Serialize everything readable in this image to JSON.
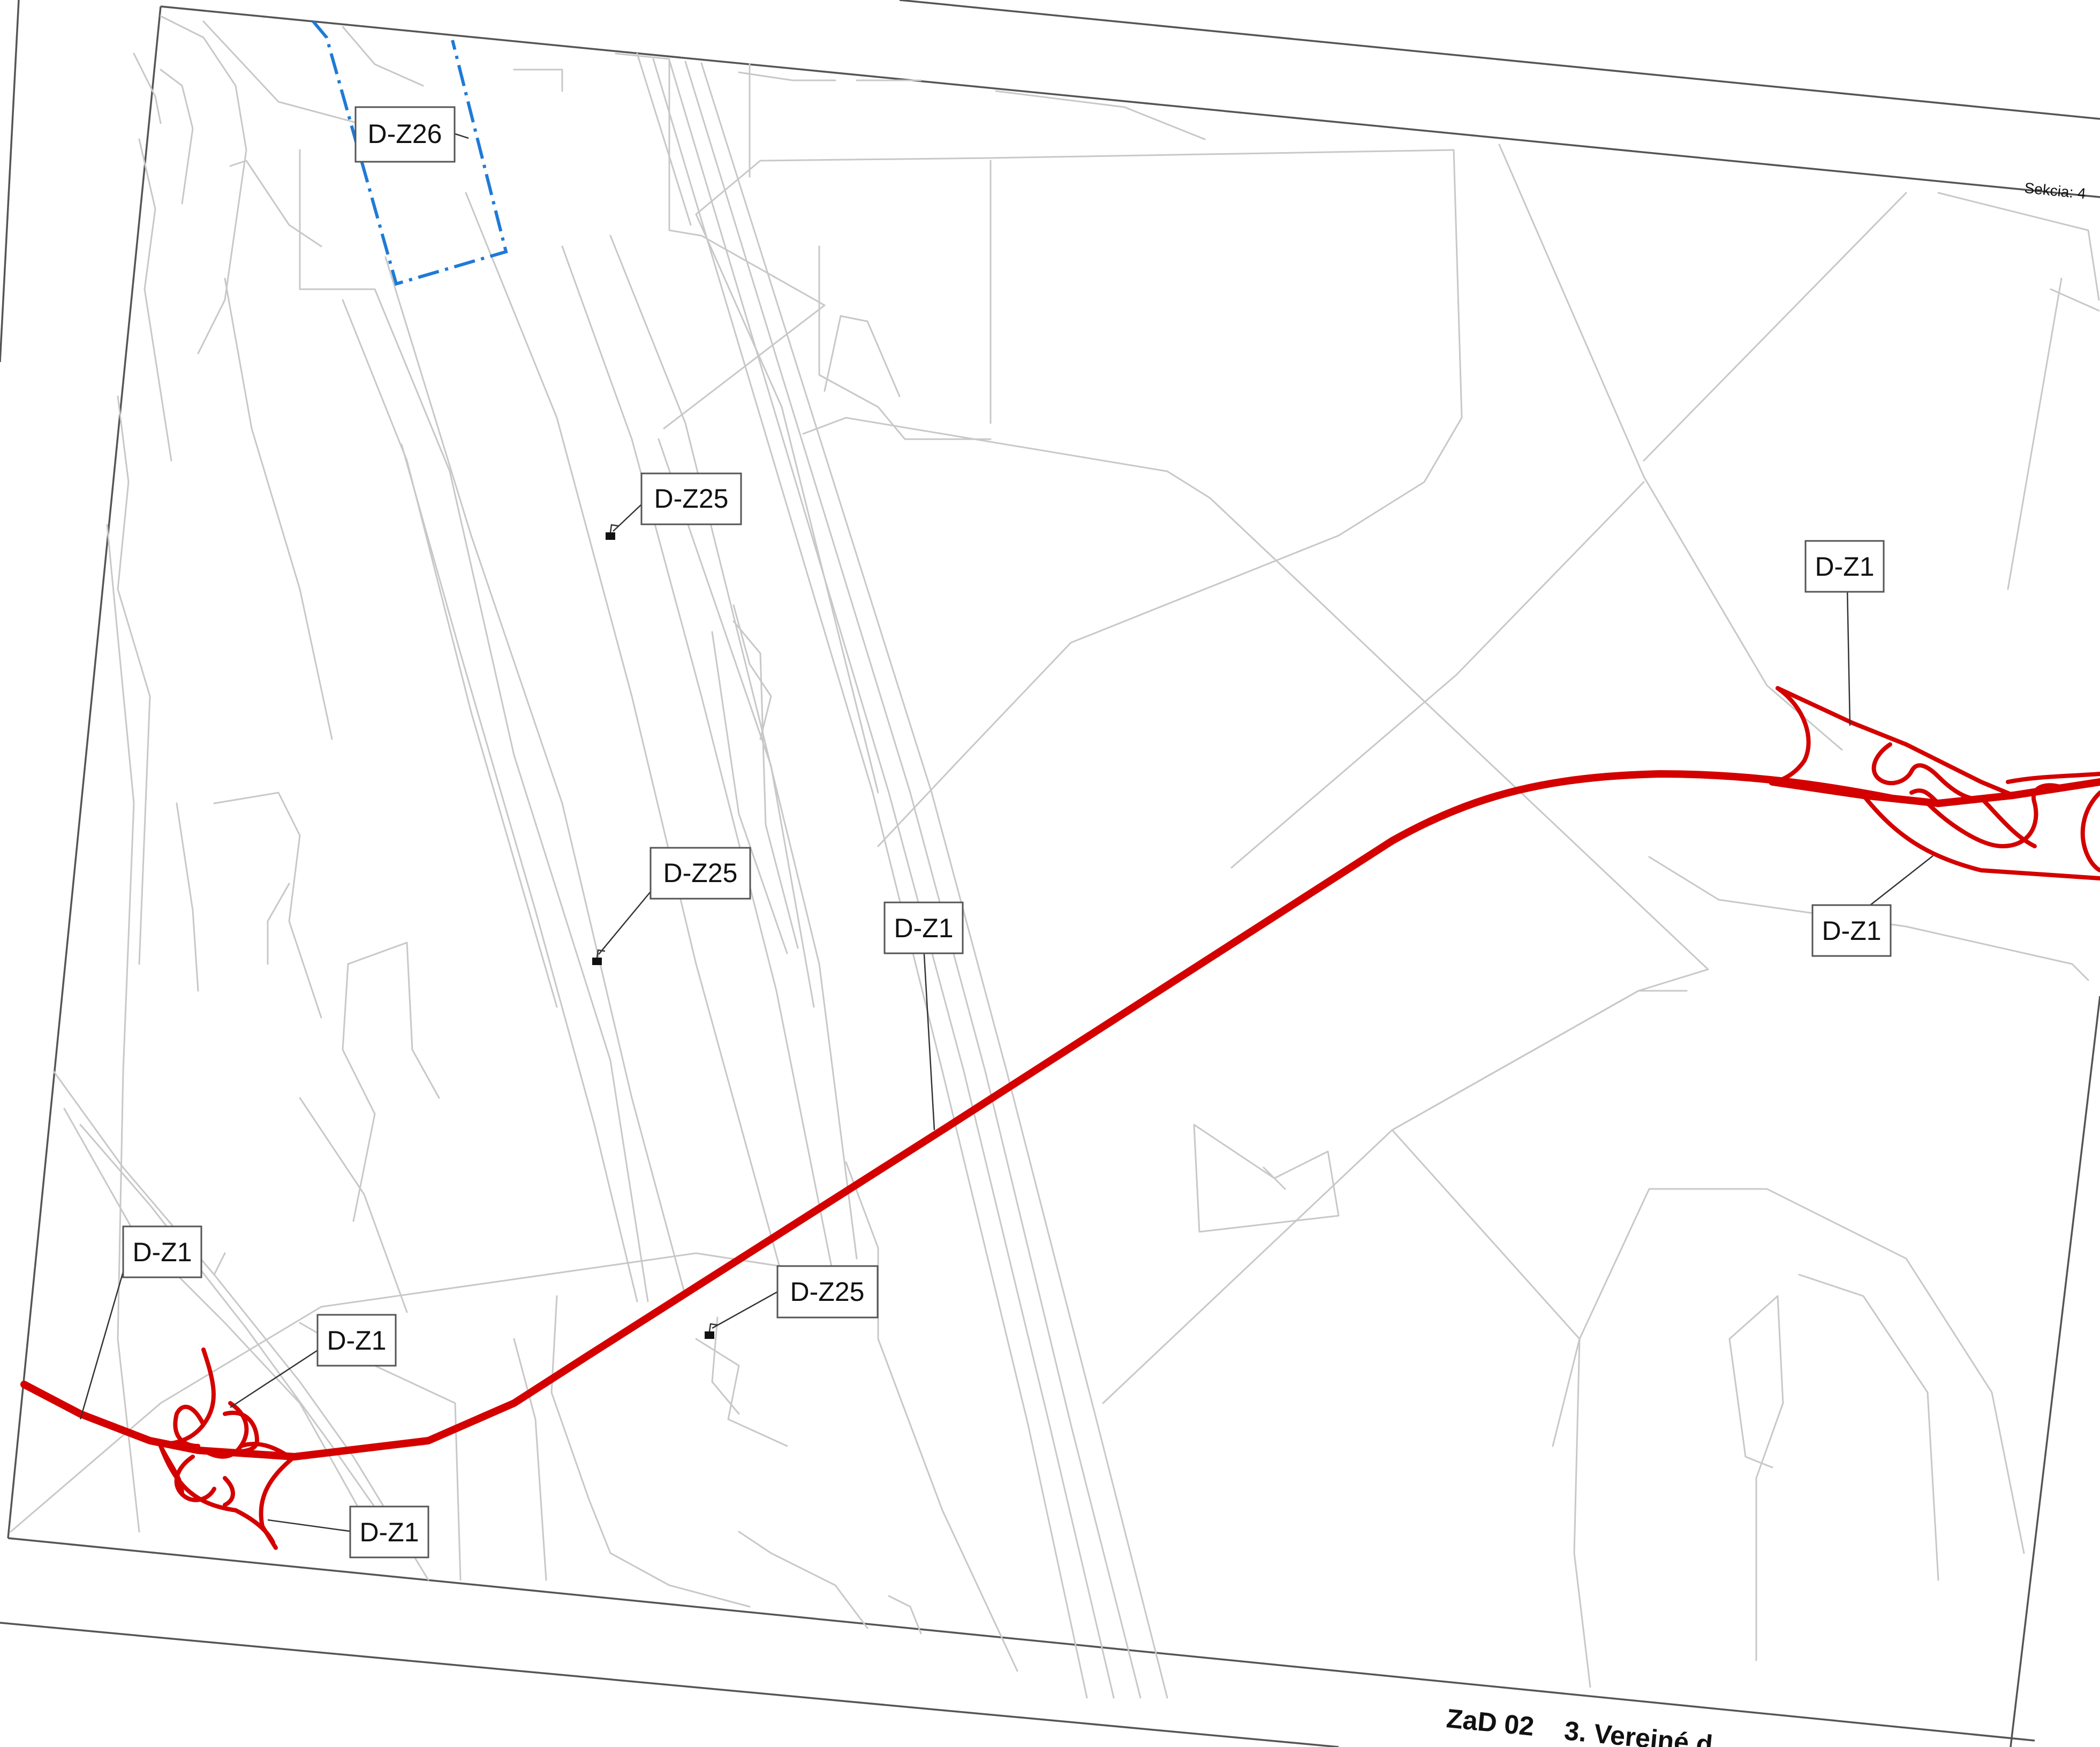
{
  "colors": {
    "road": "#d40000",
    "boundary": "#1f7ad6",
    "background": "#ffffff",
    "lines": "#c8c8c8"
  },
  "sheet": {
    "section_label": "Sekcia: 4",
    "title_code": "ZaD 02",
    "title_text": "3. Verejné d"
  },
  "labels": [
    {
      "id": "dz26",
      "text": "D-Z26"
    },
    {
      "id": "dz25-a",
      "text": "D-Z25"
    },
    {
      "id": "dz25-b",
      "text": "D-Z25"
    },
    {
      "id": "dz25-c",
      "text": "D-Z25"
    },
    {
      "id": "dz1-center",
      "text": "D-Z1"
    },
    {
      "id": "dz1-ne-top",
      "text": "D-Z1"
    },
    {
      "id": "dz1-ne-bottom",
      "text": "D-Z1"
    },
    {
      "id": "dz1-sw-1",
      "text": "D-Z1"
    },
    {
      "id": "dz1-sw-2",
      "text": "D-Z1"
    },
    {
      "id": "dz1-sw-3",
      "text": "D-Z1"
    }
  ]
}
